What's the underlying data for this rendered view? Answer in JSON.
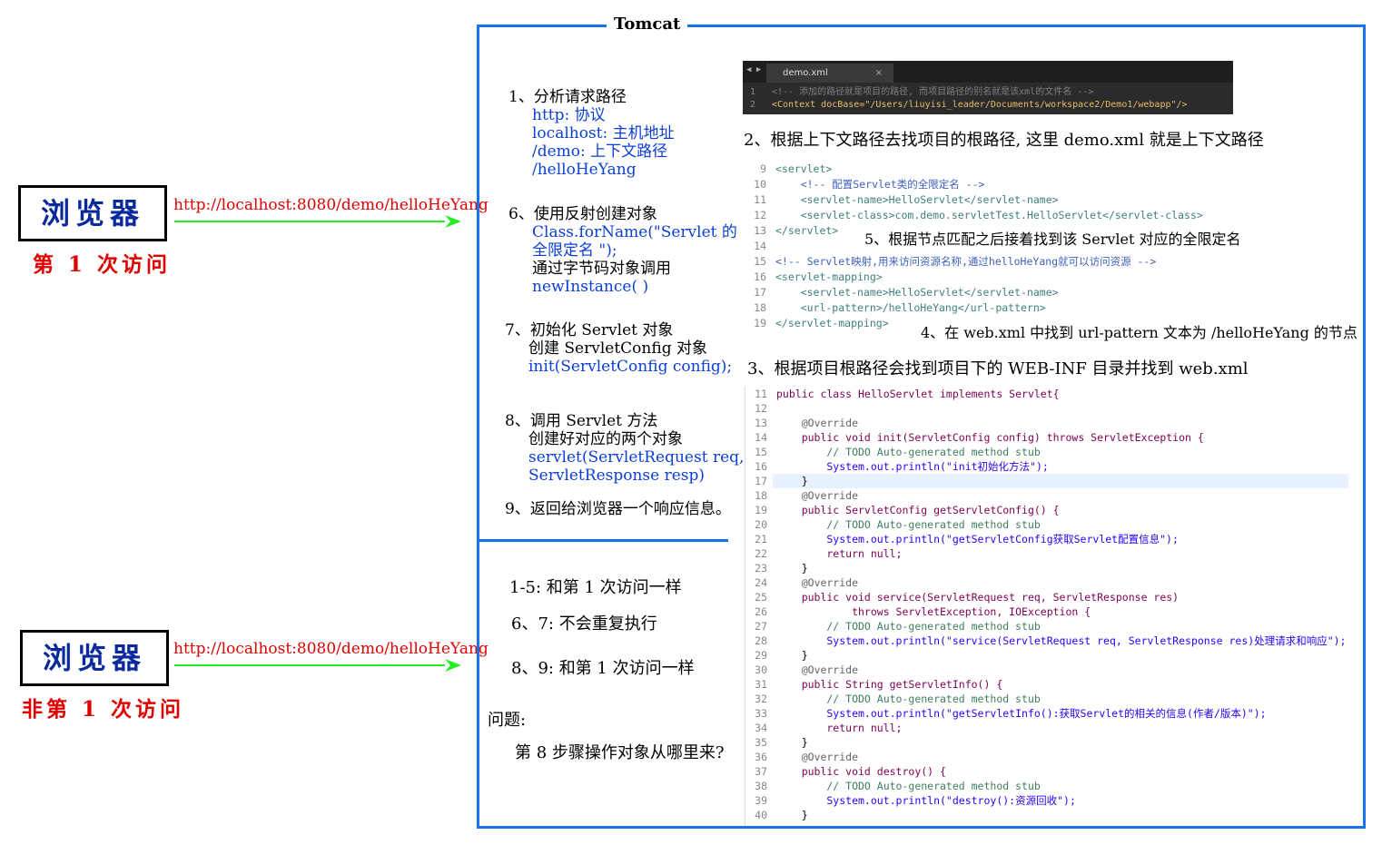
{
  "browser": {
    "label": "浏览器",
    "first_visit": "第 1 次访问",
    "other_visit": "非第 1 次访问",
    "url": "http://localhost:8080/demo/helloHeYang"
  },
  "tomcat": {
    "title": "Tomcat"
  },
  "steps": {
    "s1": {
      "title": "1、分析请求路径",
      "lines": [
        "http: 协议",
        "localhost:  主机地址",
        "/demo: 上下文路径",
        "/helloHeYang"
      ]
    },
    "s6": {
      "title": "6、使用反射创建对象",
      "blue1": "Class.forName(\"Servlet 的",
      "blue2": "全限定名 \");",
      "black": "通过字节码对象调用",
      "blue3": "newInstance( )"
    },
    "s7": {
      "title": "7、初始化 Servlet 对象",
      "black": "创建 ServletConfig 对象",
      "blue": "init(ServletConfig  config);"
    },
    "s8": {
      "title": "8、调用 Servlet 方法",
      "black": "创建好对应的两个对象",
      "blue1": "servlet(ServletRequest  req,",
      "blue2": "ServletResponse  resp)"
    },
    "s9": {
      "title": "9、返回给浏览器一个响应信息。"
    }
  },
  "repeat": {
    "line1": "1-5:  和第 1 次访问一样",
    "line2": "6、7:  不会重复执行",
    "line3": "8、9:  和第 1 次访问一样",
    "question": "问题:",
    "question_text": "第 8 步骤操作对象从哪里来?"
  },
  "headings": {
    "h2": "2、根据上下文路径去找项目的根路径, 这里 demo.xml 就是上下文路径",
    "h3": "3、根据项目根路径会找到项目下的 WEB-INF 目录并找到 web.xml",
    "h4": "4、在 web.xml 中找到 url-pattern 文本为 /helloHeYang 的节点",
    "h5": "5、根据节点匹配之后接着找到该 Servlet 对应的全限定名"
  },
  "demo_xml": {
    "tab": "demo.xml",
    "tab_close": "×",
    "lines": [
      {
        "n": "1",
        "text": "<!-- 添加的路径就是项目的路径, 而项目路径的别名就是该xml的文件名 -->"
      },
      {
        "n": "2",
        "text": "<Context docBase=\"/Users/liuyisi_leader/Documents/workspace2/Demo1/webapp\"/>"
      }
    ]
  },
  "web_xml": [
    {
      "n": "9",
      "text": "<servlet>"
    },
    {
      "n": "10",
      "text": "    <!-- 配置Servlet类的全限定名 -->"
    },
    {
      "n": "11",
      "text": "    <servlet-name>HelloServlet</servlet-name>"
    },
    {
      "n": "12",
      "text": "    <servlet-class>com.demo.servletTest.HelloServlet</servlet-class>"
    },
    {
      "n": "13",
      "text": "</servlet>"
    },
    {
      "n": "14",
      "text": ""
    },
    {
      "n": "15",
      "text": "<!-- Servlet映射,用来访问资源名称,通过helloHeYang就可以访问资源 -->"
    },
    {
      "n": "16",
      "text": "<servlet-mapping>"
    },
    {
      "n": "17",
      "text": "    <servlet-name>HelloServlet</servlet-name>"
    },
    {
      "n": "18",
      "text": "    <url-pattern>/helloHeYang</url-pattern>"
    },
    {
      "n": "19",
      "text": "</servlet-mapping>"
    }
  ],
  "java": [
    {
      "n": "11",
      "text": "public class HelloServlet implements Servlet{"
    },
    {
      "n": "12",
      "text": ""
    },
    {
      "n": "13",
      "text": "    @Override"
    },
    {
      "n": "14",
      "text": "    public void init(ServletConfig config) throws ServletException {"
    },
    {
      "n": "15",
      "text": "        // TODO Auto-generated method stub"
    },
    {
      "n": "16",
      "text": "        System.out.println(\"init初始化方法\");"
    },
    {
      "n": "17",
      "text": "    }"
    },
    {
      "n": "18",
      "text": "    @Override"
    },
    {
      "n": "19",
      "text": "    public ServletConfig getServletConfig() {"
    },
    {
      "n": "20",
      "text": "        // TODO Auto-generated method stub"
    },
    {
      "n": "21",
      "text": "        System.out.println(\"getServletConfig获取Servlet配置信息\");"
    },
    {
      "n": "22",
      "text": "        return null;"
    },
    {
      "n": "23",
      "text": "    }"
    },
    {
      "n": "24",
      "text": "    @Override"
    },
    {
      "n": "25",
      "text": "    public void service(ServletRequest req, ServletResponse res)"
    },
    {
      "n": "26",
      "text": "            throws ServletException, IOException {"
    },
    {
      "n": "27",
      "text": "        // TODO Auto-generated method stub"
    },
    {
      "n": "28",
      "text": "        System.out.println(\"service(ServletRequest req, ServletResponse res)处理请求和响应\");"
    },
    {
      "n": "29",
      "text": "    }"
    },
    {
      "n": "30",
      "text": "    @Override"
    },
    {
      "n": "31",
      "text": "    public String getServletInfo() {"
    },
    {
      "n": "32",
      "text": "        // TODO Auto-generated method stub"
    },
    {
      "n": "33",
      "text": "        System.out.println(\"getServletInfo():获取Servlet的相关的信息(作者/版本)\");"
    },
    {
      "n": "34",
      "text": "        return null;"
    },
    {
      "n": "35",
      "text": "    }"
    },
    {
      "n": "36",
      "text": "    @Override"
    },
    {
      "n": "37",
      "text": "    public void destroy() {"
    },
    {
      "n": "38",
      "text": "        // TODO Auto-generated method stub"
    },
    {
      "n": "39",
      "text": "        System.out.println(\"destroy():资源回收\");"
    },
    {
      "n": "40",
      "text": "    }"
    }
  ],
  "colors": {
    "tomcat_border": "#1a73e8",
    "arrow": "#22ee22",
    "browser_text": "#0a2a9c",
    "visit_text": "#e00000",
    "url_text": "#e00000",
    "step_blue": "#0b3fd6"
  }
}
